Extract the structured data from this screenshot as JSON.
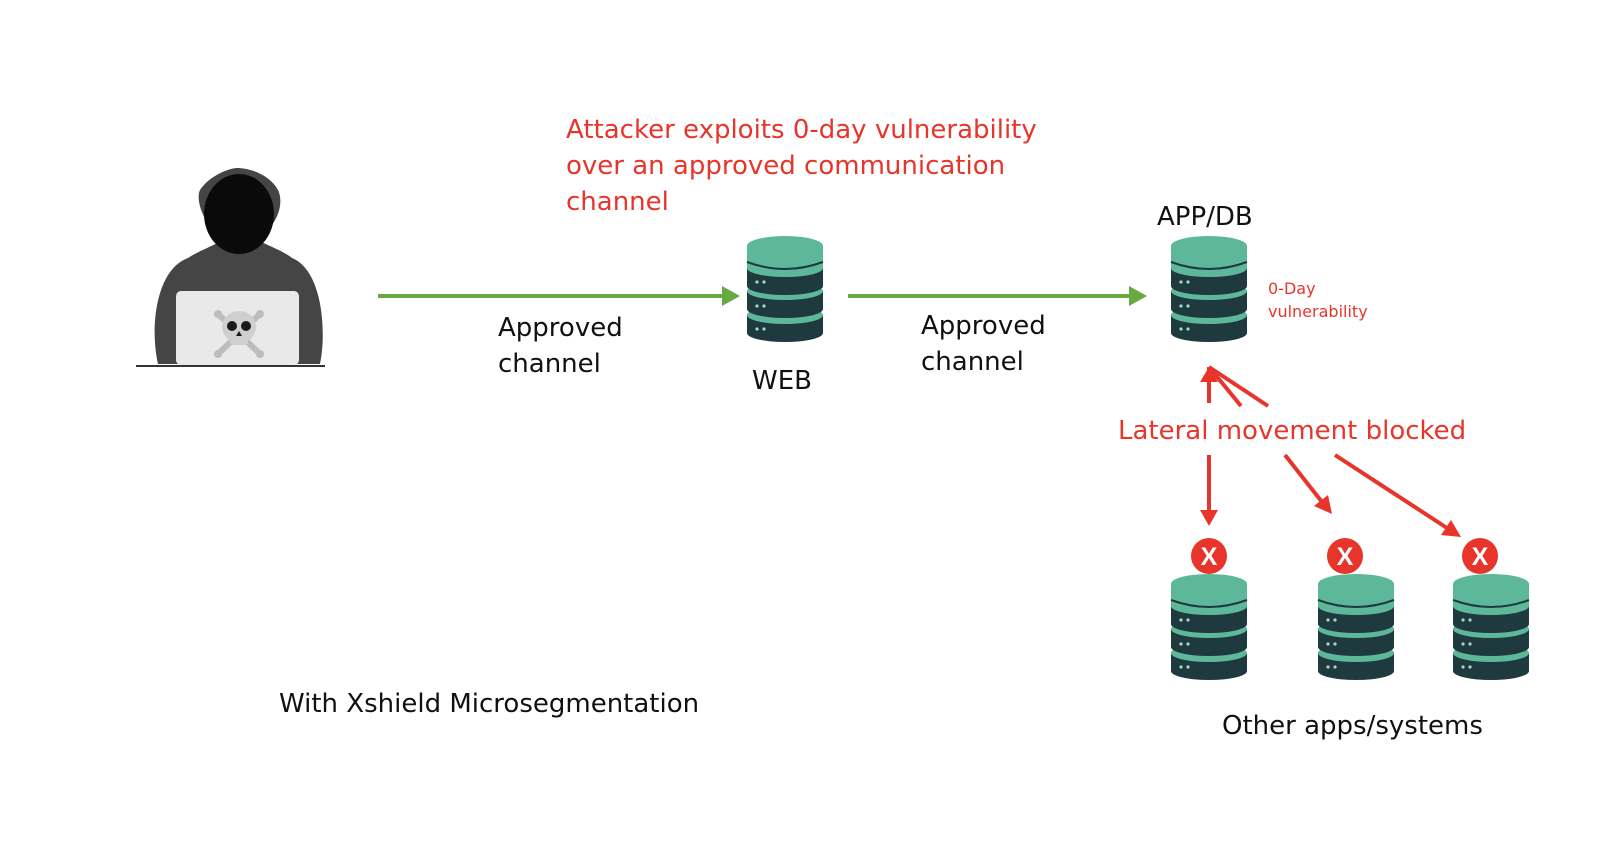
{
  "diagram": {
    "attacker_note": [
      "Attacker exploits 0-day vulnerability",
      "over an approved communication",
      "channel"
    ],
    "channel_1": [
      "Approved",
      "channel"
    ],
    "channel_2": [
      "Approved",
      "channel"
    ],
    "web_label": "WEB",
    "appdb_label": "APP/DB",
    "vulnerability_label": [
      "0-Day",
      "vulnerability"
    ],
    "lateral_label": "Lateral movement blocked",
    "blocked_mark": "X",
    "other_systems_label": "Other apps/systems",
    "footer_label": "With Xshield Microsegmentation"
  },
  "colors": {
    "approved_arrow": "#6aa93f",
    "blocked": "#e8352b",
    "db_body": "#5db89a",
    "db_dark": "#1f3a3e",
    "hood": "#454545",
    "laptop": "#e9e9e9"
  }
}
